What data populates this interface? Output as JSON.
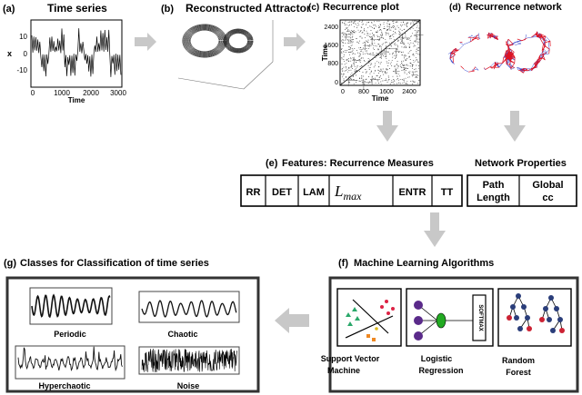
{
  "panels": {
    "a": {
      "tag": "(a)",
      "title": "Time series",
      "ylabel": "x",
      "xlabel": "Time",
      "yticks": [
        "10",
        "0",
        "-10"
      ],
      "xticks": [
        "0",
        "1000",
        "2000",
        "3000"
      ]
    },
    "b": {
      "tag": "(b)",
      "title": "Reconstructed Attractor"
    },
    "c": {
      "tag": "(c)",
      "title": "Recurrence plot",
      "ylabel": "Time",
      "xlabel": "Time",
      "yticks": [
        "2400",
        "1600",
        "800",
        "0"
      ],
      "xticks": [
        "0",
        "800",
        "1600",
        "2400"
      ]
    },
    "d": {
      "tag": "(d)",
      "title": "Recurrence network"
    }
  },
  "features": {
    "tag": "(e)",
    "title": "Features: Recurrence Measures",
    "measures": [
      "RR",
      "DET",
      "LAM",
      "L",
      "max",
      "ENTR",
      "TT"
    ]
  },
  "network": {
    "title": "Network Properties",
    "items": [
      [
        "Path",
        "Length"
      ],
      [
        "Global",
        "cc"
      ]
    ]
  },
  "ml": {
    "tag": "(f)",
    "title": "Machine Learning Algorithms",
    "softmax": "SOFTMAX",
    "algorithms": [
      [
        "Support Vector",
        "Machine"
      ],
      [
        "Logistic",
        "Regression"
      ],
      [
        "Random",
        "Forest"
      ]
    ]
  },
  "classes": {
    "tag": "(g)",
    "title": "Classes for Classification of time series",
    "items": [
      "Periodic",
      "Chaotic",
      "Hyperchaotic",
      "Noise"
    ]
  },
  "colors": {
    "arrow": "#c8c8c8",
    "network_red": "#dd1122",
    "network_blue": "#3344cc",
    "neuron": "#5a2a8a",
    "neuron_out": "#22aa22",
    "tree_node": "#2a3d7a",
    "tree_red": "#cc2233"
  }
}
